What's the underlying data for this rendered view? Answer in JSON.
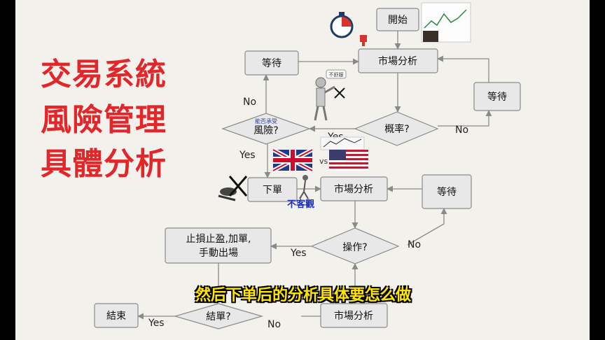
{
  "titles": [
    "交易系統",
    "風險管理",
    "具體分析"
  ],
  "flow": {
    "start": "開始",
    "market": "市場分析",
    "wait": "等待",
    "prob": "概率?",
    "risk": "風險?",
    "risk_note": "能否承受",
    "order": "下單",
    "operate": "操作?",
    "manage": "止損止盈,加單,\n手動出場",
    "settle": "結單?",
    "end": "結束",
    "yes": "Yes",
    "no": "No",
    "not_objective": "不客觀",
    "vs": "vs",
    "speech": "不舒服"
  },
  "subtitle": "然后下单后的分析具体要怎么做",
  "colors": {
    "title_red": "#e2262a",
    "subtitle_yellow": "#ffe600",
    "box_fill": "#e8e8e8",
    "line": "#8a8a8a"
  }
}
